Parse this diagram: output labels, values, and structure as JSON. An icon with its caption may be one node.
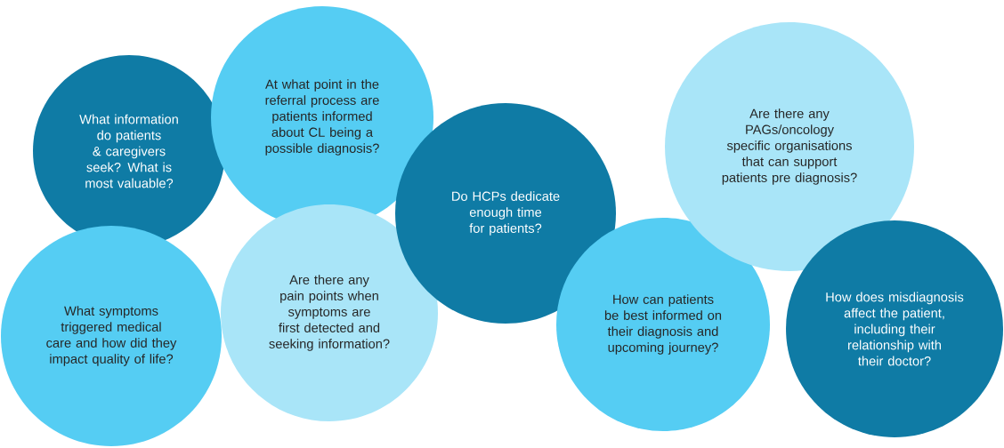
{
  "diagram": {
    "nodes": [
      {
        "text": [
          "What information do patients & caregivers seek? What is most valuable?"
        ]
      },
      {
        "text": [
          "At what point in the referral process are patients informed about CL being a possible diagnosis?"
        ]
      },
      {
        "text": [
          "What symptoms triggered medical care and how did they impact quality of life?"
        ]
      },
      {
        "text": [
          "Are there any pain points when symptoms are first detected and seeking information?"
        ]
      },
      {
        "text": [
          "Do HCPs dedicate enough time for patients?"
        ]
      },
      {
        "text": [
          "Are there any PAGs/oncology specific organisations that can support patients pre diagnosis?"
        ]
      },
      {
        "text": [
          "How can patients be best informed on their diagnosis and upcoming journey?"
        ]
      },
      {
        "text": [
          "How does misdiagnosis affect the patient, including their relationship with their doctor?"
        ]
      }
    ]
  }
}
